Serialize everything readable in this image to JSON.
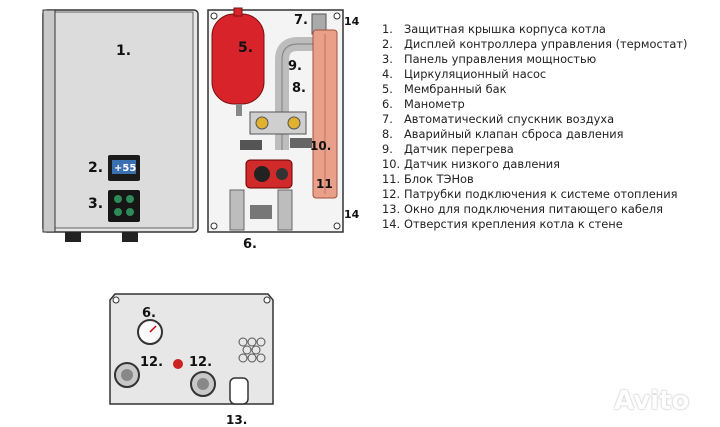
{
  "labels": {
    "front_cover": "1.",
    "display": "2.",
    "control_panel": "3.",
    "tank": "5.",
    "pump_bottom": "6.",
    "air_vent": "7.",
    "overheat": "8.",
    "safety_valve": "9.",
    "low_pressure": "10.",
    "heater_block": "11",
    "cable_corner_top": "14",
    "cable_corner_bottom": "14",
    "manometer_bottom": "6.",
    "outlet_left": "12.",
    "outlet_right": "12.",
    "cable_window": "13."
  },
  "display_value": "+55",
  "legend": [
    {
      "num": "1.",
      "text": "Защитная крышка корпуса котла"
    },
    {
      "num": "2.",
      "text": "Дисплей контроллера управления (термостат)"
    },
    {
      "num": "3.",
      "text": "Панель управления мощностью"
    },
    {
      "num": "4.",
      "text": "Циркуляционный насос"
    },
    {
      "num": "5.",
      "text": "Мембранный бак"
    },
    {
      "num": "6.",
      "text": "Манометр"
    },
    {
      "num": "7.",
      "text": "Автоматический спускник воздуха"
    },
    {
      "num": "8.",
      "text": "Аварийный клапан сброса давления"
    },
    {
      "num": "9.",
      "text": "Датчик перегрева"
    },
    {
      "num": "10.",
      "text": "Датчик низкого давления"
    },
    {
      "num": "11.",
      "text": "Блок ТЭНов"
    },
    {
      "num": "12.",
      "text": "Патрубки подключения к системе отопления"
    },
    {
      "num": "13.",
      "text": "Окно для подключения питающего кабеля"
    },
    {
      "num": "14.",
      "text": "Отверстия крепления котла к стене"
    }
  ],
  "watermark": "Avito",
  "colors": {
    "tank": "#d8232a",
    "heater": "#e8a08a",
    "panel": "#111111",
    "casing": "#e6e6e6"
  }
}
